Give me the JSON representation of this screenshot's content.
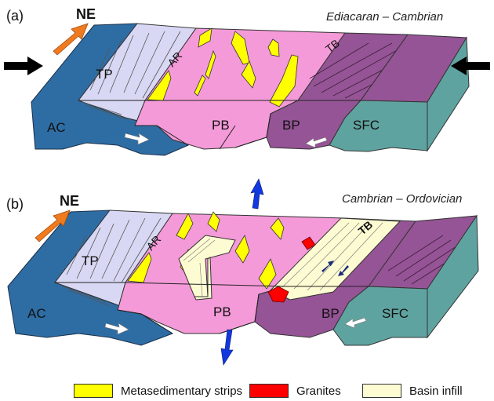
{
  "panels": [
    {
      "letter": "(a)",
      "period": "Ediacaran – Cambrian",
      "north": "NE",
      "labels": {
        "AC": "AC",
        "TP": "TP",
        "AR": "AR",
        "PB": "PB",
        "BP": "BP",
        "TB": "TB",
        "SFC": "SFC"
      }
    },
    {
      "letter": "(b)",
      "period": "Cambrian – Ordovician",
      "north": "NE",
      "labels": {
        "AC": "AC",
        "TP": "TP",
        "AR": "AR",
        "PB": "PB",
        "BP": "BP",
        "TB": "TB",
        "SFC": "SFC"
      }
    }
  ],
  "legend": [
    {
      "label": "Metasedimentary strips",
      "color": "#ffff00"
    },
    {
      "label": "Granites",
      "color": "#ff0000"
    },
    {
      "label": "Basin infill",
      "color": "#fdfbd2"
    }
  ],
  "colors": {
    "AC": "#2e6da4",
    "TP": "#d8d8f4",
    "PB": "#f49ad8",
    "BP": "#955495",
    "SFC": "#5fa3a0",
    "strips": "#ffff00",
    "granite": "#ff0000",
    "infill": "#fdfbd2",
    "compression_arrow": "#000000",
    "extension_arrow": "#1238e0",
    "north_arrow": "#f07a1e"
  }
}
